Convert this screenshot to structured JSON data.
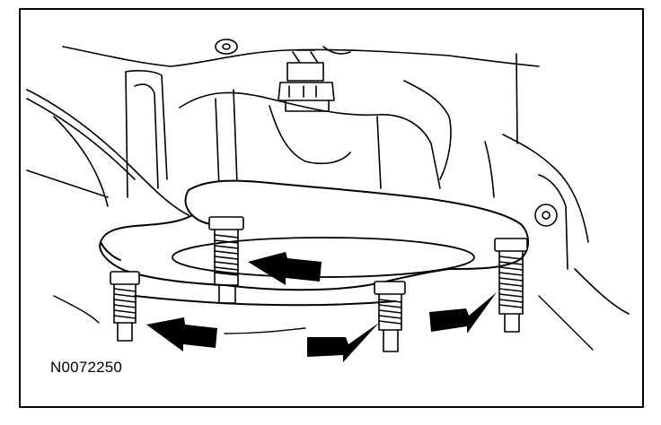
{
  "figure": {
    "id_label": "N0072250"
  },
  "colors": {
    "line": "#000000",
    "background": "#ffffff"
  },
  "parts": {
    "studs": 4,
    "arrows": 4
  }
}
